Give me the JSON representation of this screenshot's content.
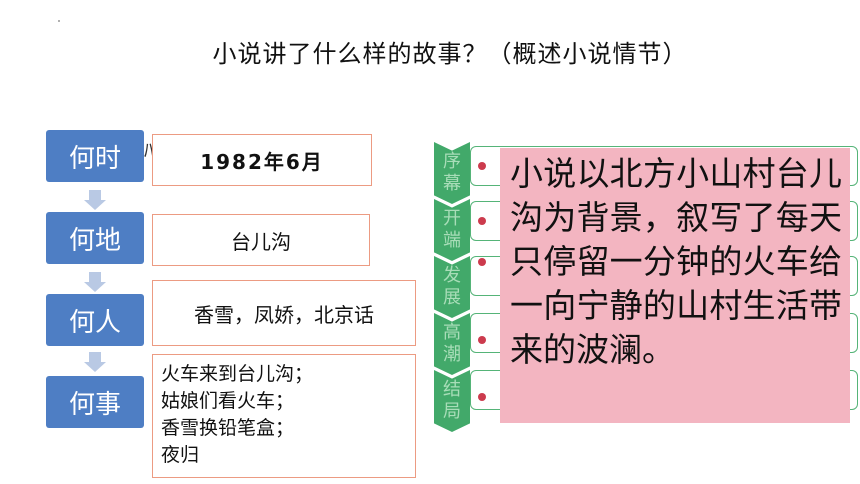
{
  "title": "小说讲了什么样的故事？（概述小说情节）",
  "questions": {
    "when": {
      "label": "何时",
      "answer": "1982年6月"
    },
    "where": {
      "label": "何地",
      "answer": "台儿沟"
    },
    "who": {
      "label": "何人",
      "answer": "香雪，凤娇，北京话"
    },
    "what": {
      "label": "何事",
      "answer_lines": [
        "火车来到台儿沟；",
        "姑娘们看火车；",
        "香雪换铅笔盒；",
        "夜归"
      ]
    }
  },
  "fragment_text": "ﾊ",
  "plot_stages": [
    {
      "chars": [
        "序",
        "幕"
      ]
    },
    {
      "chars": [
        "开",
        "端"
      ]
    },
    {
      "chars": [
        "发",
        "展"
      ]
    },
    {
      "chars": [
        "高",
        "潮"
      ]
    },
    {
      "chars": [
        "结",
        "局"
      ]
    }
  ],
  "summary": "小说以北方小山村台儿沟为背景，叙写了每天只停留一分钟的火车给一向宁静的山村生活带来的波澜。",
  "colors": {
    "question_box": "#4e7ec4",
    "answer_border": "#ec9b82",
    "stage_green": "#42a96a",
    "summary_pink": "#f3b5c1",
    "bullet_red": "#cc3b4d"
  }
}
